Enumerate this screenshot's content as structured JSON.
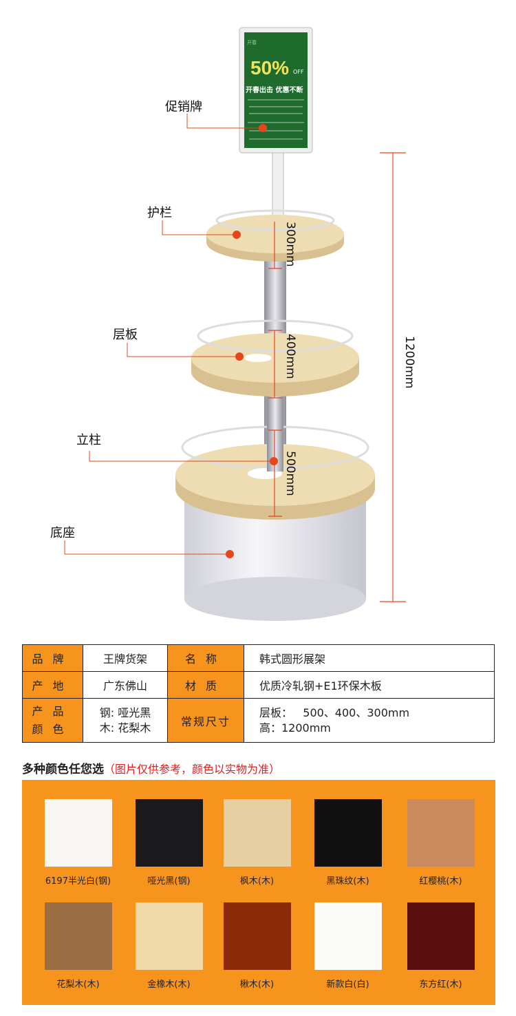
{
  "sign": {
    "percent": "50%",
    "off": "OFF",
    "tag": "开春",
    "headline": "开春出击 优惠不断"
  },
  "labels": {
    "sign": "促销牌",
    "rail": "护栏",
    "shelf": "层板",
    "column": "立柱",
    "base": "底座"
  },
  "dimensions": {
    "top": "300mm",
    "middle": "400mm",
    "bottom": "500mm",
    "total": "1200mm"
  },
  "spec": {
    "rows": [
      {
        "k1": "品牌",
        "v1": "王牌货架",
        "k2": "名称",
        "v2": "韩式圆形展架"
      },
      {
        "k1": "产地",
        "v1": "广东佛山",
        "k2": "材质",
        "v2": "优质冷轧钢+E1环保木板"
      }
    ],
    "color_k1": "产品",
    "color_k2": "颜色",
    "color_v1": "钢: 哑光黑",
    "color_v2": "木: 花梨木",
    "size_k": "常规尺寸",
    "size_v1": "层板：   500、400、300mm",
    "size_v2": "高：1200mm"
  },
  "colors_section": {
    "title": "多种颜色任您选",
    "note": "（图片仅供参考，颜色以实物为准）"
  },
  "swatches": [
    {
      "name": "6197半光白(钢)",
      "color": "#f7f6f2"
    },
    {
      "name": "哑光黑(钢)",
      "color": "#1a1a1c"
    },
    {
      "name": "枫木(木)",
      "color": "#e6cfa2"
    },
    {
      "name": "黑珠纹(木)",
      "color": "#111111"
    },
    {
      "name": "红樱桃(木)",
      "color": "#c98a5e"
    },
    {
      "name": "花梨木(木)",
      "color": "#9b6d43"
    },
    {
      "name": "金橡木(木)",
      "color": "#efd9a8"
    },
    {
      "name": "楸木(木)",
      "color": "#8a2a08"
    },
    {
      "name": "新款白(白)",
      "color": "#fbfbf9"
    },
    {
      "name": "东方红(木)",
      "color": "#5a0f0c"
    }
  ]
}
